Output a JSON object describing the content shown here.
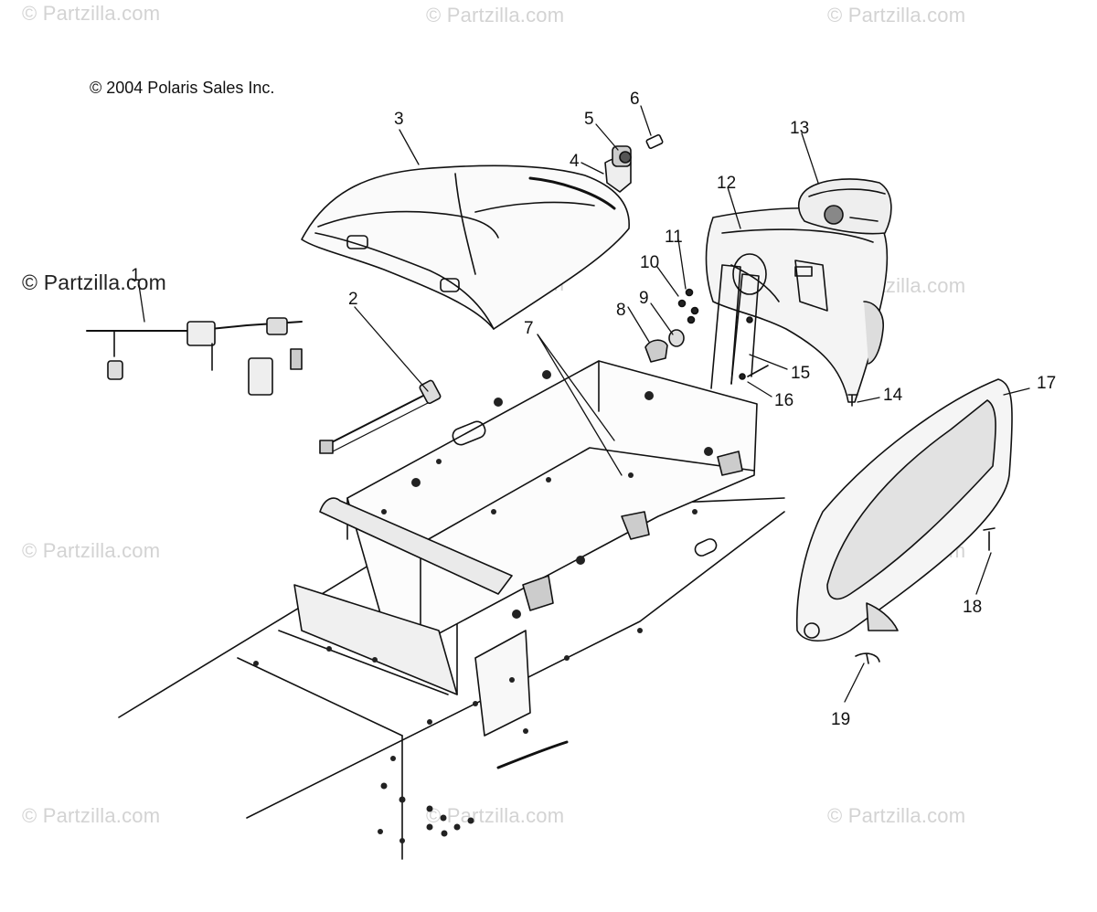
{
  "watermark": {
    "text": "© Partzilla.com"
  },
  "copyright": "© 2004 Polaris Sales Inc.",
  "callouts": [
    "1",
    "2",
    "3",
    "4",
    "5",
    "6",
    "7",
    "8",
    "9",
    "10",
    "11",
    "12",
    "13",
    "14",
    "15",
    "16",
    "17",
    "18",
    "19"
  ]
}
